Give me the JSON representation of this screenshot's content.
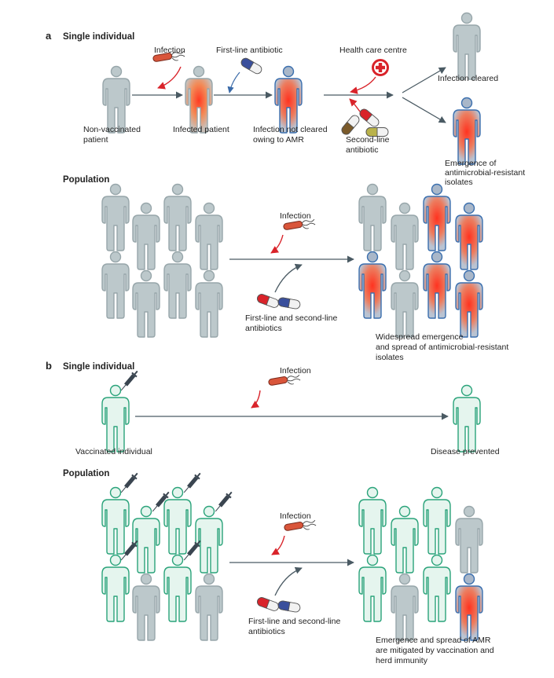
{
  "colors": {
    "grey_fill": "#bcc8cb",
    "grey_edge": "#97a6aa",
    "infected_fill": "#f08a52",
    "infected_core": "#ff4a2a",
    "resistant_edge": "#3b6fae",
    "resistant_fill": "#e77a5e",
    "resistant_core": "#ff3b24",
    "vaccinated_fill": "#e5f5ee",
    "vaccinated_edge": "#2aa37a",
    "arrow": "#4a5a63",
    "red_arrow": "#d9232a",
    "blue_arrow": "#3a6aa8"
  },
  "icons": [
    "person-figure",
    "bacterium-icon",
    "pill-icon",
    "syringe-icon",
    "health-cross-icon"
  ],
  "panel_a": {
    "letter": "a",
    "single": {
      "heading": "Single individual",
      "infection": "Infection",
      "first_line": "First-line antibiotic",
      "health_centre": "Health care centre",
      "non_vaccinated": [
        "Non-vaccinated",
        "patient"
      ],
      "infected": "Infected patient",
      "not_cleared": [
        "Infection not cleared",
        "owing to AMR"
      ],
      "second_line": [
        "Second-line",
        "antibiotic"
      ],
      "cleared": "Infection cleared",
      "emergence": [
        "Emergence of",
        "antimicrobial-resistant",
        "isolates"
      ]
    },
    "population": {
      "heading": "Population",
      "infection": "Infection",
      "antibiotics": [
        "First-line and second-line",
        "antibiotics"
      ],
      "outcome": [
        "Widespread emergence",
        "and spread of antimicrobial-resistant",
        "isolates"
      ]
    }
  },
  "panel_b": {
    "letter": "b",
    "single": {
      "heading": "Single individual",
      "infection": "Infection",
      "vaccinated": "Vaccinated individual",
      "prevented": "Disease prevented"
    },
    "population": {
      "heading": "Population",
      "infection": "Infection",
      "antibiotics": [
        "First-line and second-line",
        "antibiotics"
      ],
      "outcome": [
        "Emergence and spread of AMR",
        "are mitigated by vaccination and",
        "herd immunity"
      ]
    }
  }
}
